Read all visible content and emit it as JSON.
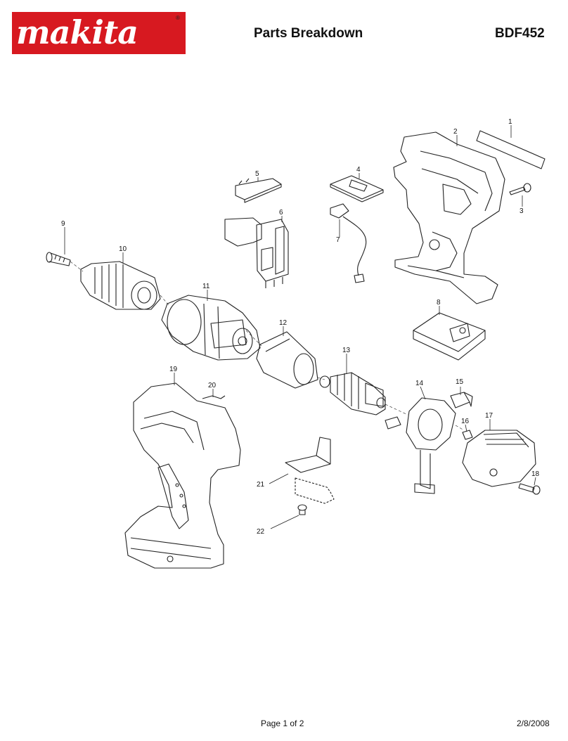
{
  "header": {
    "brand": "makita",
    "registered_mark": "®",
    "title": "Parts Breakdown",
    "model": "BDF452"
  },
  "parts": [
    {
      "no": "1"
    },
    {
      "no": "2"
    },
    {
      "no": "3"
    },
    {
      "no": "4"
    },
    {
      "no": "5"
    },
    {
      "no": "6"
    },
    {
      "no": "7"
    },
    {
      "no": "8"
    },
    {
      "no": "9"
    },
    {
      "no": "10"
    },
    {
      "no": "11"
    },
    {
      "no": "12"
    },
    {
      "no": "13"
    },
    {
      "no": "14"
    },
    {
      "no": "15"
    },
    {
      "no": "16"
    },
    {
      "no": "17"
    },
    {
      "no": "18"
    },
    {
      "no": "19"
    },
    {
      "no": "20"
    },
    {
      "no": "21"
    },
    {
      "no": "22"
    }
  ],
  "footer": {
    "page": "Page 1 of 2",
    "date": "2/8/2008"
  },
  "colors": {
    "brand_red": "#d71920",
    "line": "#222222"
  }
}
